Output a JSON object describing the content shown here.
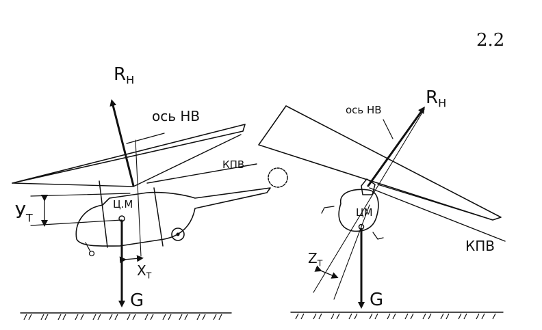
{
  "figure_number": "2.2",
  "left": {
    "force_rotor": {
      "main": "R",
      "sub": "Н"
    },
    "rotor_axis": "ось НВ",
    "rotor_plane": "КПВ",
    "center_of_mass": "Ц.М",
    "y_offset": {
      "main": "У",
      "sub": "Т"
    },
    "x_offset": {
      "main": "Х",
      "sub": "Т"
    },
    "gravity": "G"
  },
  "right": {
    "force_rotor": {
      "main": "R",
      "sub": "Н"
    },
    "rotor_axis": "ось НВ",
    "rotor_plane": "КПВ",
    "center_of_mass": "ЦМ",
    "z_offset": {
      "main": "Z",
      "sub": "Т"
    },
    "gravity": "G"
  },
  "colors": {
    "ink": "#111111",
    "background": "#ffffff"
  }
}
